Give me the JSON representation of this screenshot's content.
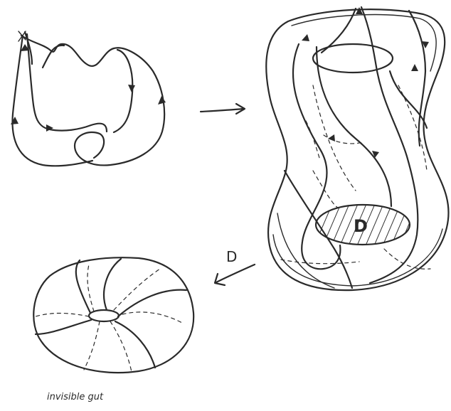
{
  "labels": {
    "disk_label": "D",
    "arrow_label": "D",
    "caption": "invisible gut"
  },
  "colors": {
    "ink": "#2a2a2a",
    "background": "#ffffff"
  }
}
